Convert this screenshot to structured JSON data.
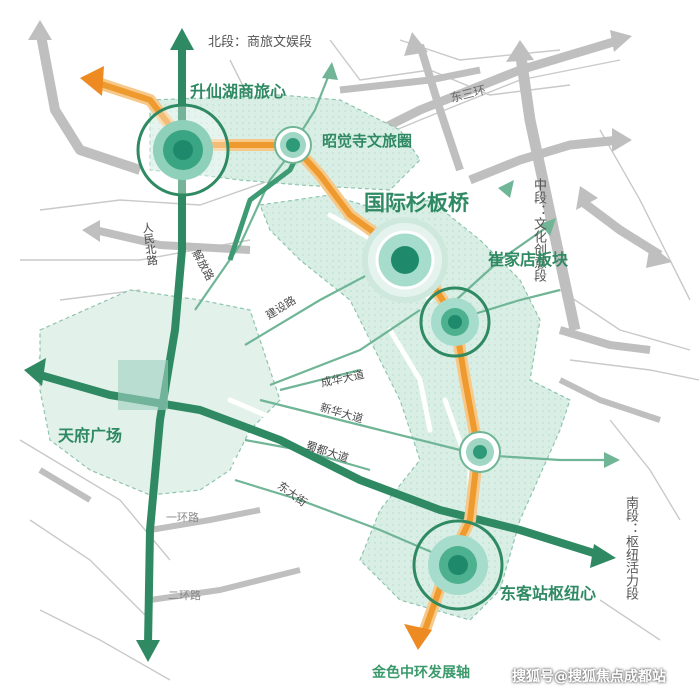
{
  "map": {
    "segments": {
      "north": "北段：商旅文娱段",
      "middle": "中段：文化创意段",
      "south": "南段：枢纽活力段"
    },
    "nodes": {
      "shengxianhu": "升仙湖商旅心",
      "zhaojuesi": "昭觉寺文旅圈",
      "guoji": "国际杉板桥",
      "cuijiadian": "崔家店板块",
      "tianfu": "天府广场",
      "dongkezhan": "东客站枢纽心"
    },
    "axis_label": "金色中环发展轴",
    "roads": {
      "dongsanhuan": "东三环",
      "renminbeilu": "人民北路",
      "jiefanglu": "解放路",
      "jianshelu": "建设路",
      "chenghua": "成华大道",
      "xinhua": "新华大道",
      "shudu": "蜀都大道",
      "dongdajie": "东大街",
      "yihuan": "一环路",
      "erhuan": "二环路"
    },
    "watermark": "搜狐号@搜狐焦点成都站",
    "colors": {
      "green": "#2f8a63",
      "gold": "#f0a53a",
      "district": "#dcefe7",
      "road": "#bdbdbd"
    }
  }
}
